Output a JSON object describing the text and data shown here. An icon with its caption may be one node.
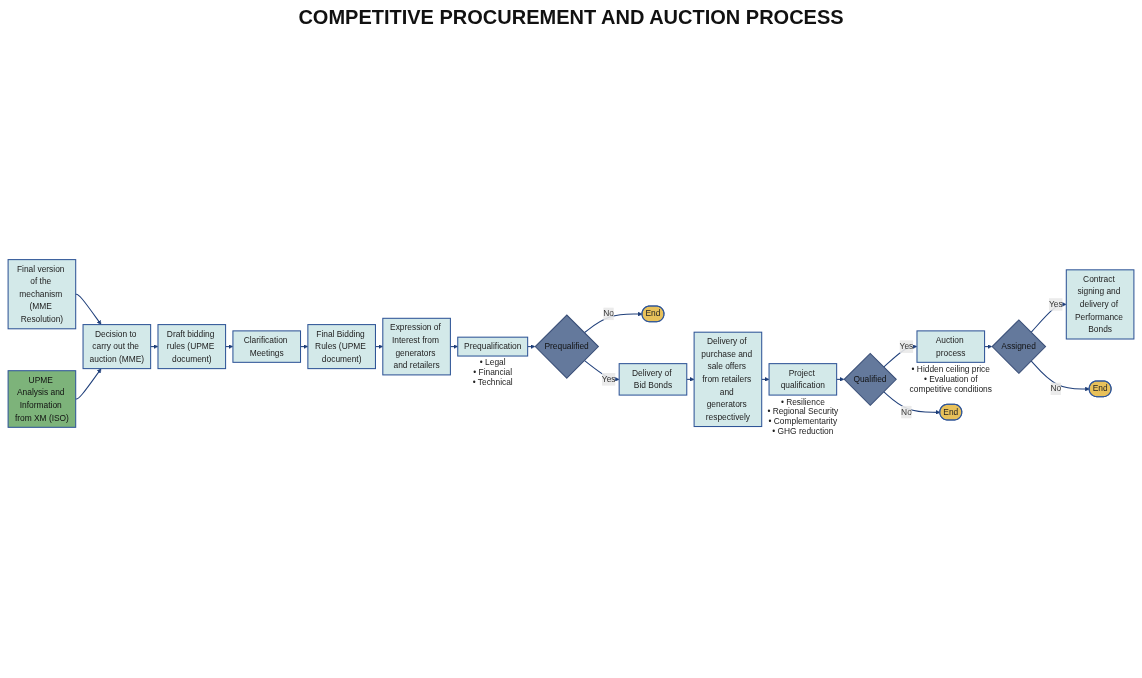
{
  "diagram": {
    "title": "COMPETITIVE PROCUREMENT AND AUCTION PROCESS",
    "nodes": [
      {
        "text": [
          "Final version of the mechanism (MME Resolution)"
        ]
      },
      {
        "text": [
          "Decision to carry out the auction (MME)"
        ]
      },
      {
        "text": [
          "Draft bidding rules (UPME document)"
        ]
      },
      {
        "text": [
          "Clarification Meetings"
        ]
      },
      {
        "text": [
          "Final Bidding Rules (UPME document)"
        ]
      },
      {
        "text": [
          "UPME Analysis and Information from XM (ISO)"
        ]
      },
      {
        "text": [
          "End"
        ]
      },
      {
        "text": [
          "Delivery of purchase and sale offers from retailers and generators respectively"
        ]
      },
      {
        "text": [
          "Delivery of Bid Bonds"
        ]
      },
      {
        "text": [
          "Prequalified"
        ]
      },
      {
        "text": [
          "Prequalification"
        ],
        "beside": [
          "• Legal",
          "• Financial",
          "• Technical"
        ]
      },
      {
        "text": [
          "Expression of Interest from generators and retailers"
        ]
      },
      {
        "text": [
          "Project qualification"
        ],
        "beside": [
          "• Resilience",
          "• Regional Security",
          "• Complementarity",
          "• GHG reduction"
        ]
      },
      {
        "text": [
          "Qualified"
        ]
      },
      {
        "text": [
          "Auction process"
        ],
        "beside": [
          "• Hidden ceiling price",
          "• Evaluation of competitive conditions"
        ]
      },
      {
        "text": [
          "Assigned"
        ]
      },
      {
        "text": [
          "Contract signing and delivery of Performance Bonds"
        ]
      },
      {
        "text": [
          "End"
        ]
      },
      {
        "text": [
          "End"
        ]
      }
    ],
    "edges": [
      {
        "from": 0,
        "to": 1,
        "arrow": "to"
      },
      {
        "from": 5,
        "to": 1,
        "arrow": "to"
      },
      {
        "from": 1,
        "to": 2,
        "arrow": "to"
      },
      {
        "from": 2,
        "to": 3,
        "arrow": "to"
      },
      {
        "from": 3,
        "to": 4,
        "arrow": "to"
      },
      {
        "from": 4,
        "to": 11,
        "arrow": "to"
      },
      {
        "from": 11,
        "to": 10,
        "arrow": "to"
      },
      {
        "from": 10,
        "to": 9,
        "arrow": "to"
      },
      {
        "from": 9,
        "to": 6,
        "arrow": "to",
        "label": "No"
      },
      {
        "from": 9,
        "to": 8,
        "arrow": "to",
        "label": "Yes"
      },
      {
        "from": 8,
        "to": 7,
        "arrow": "to"
      },
      {
        "from": 7,
        "to": 12,
        "arrow": "to"
      },
      {
        "from": 12,
        "to": 13,
        "arrow": "to"
      },
      {
        "from": 13,
        "to": 14,
        "arrow": "to",
        "label": "Yes"
      },
      {
        "from": 13,
        "to": 17,
        "arrow": "to",
        "label": "No"
      },
      {
        "from": 14,
        "to": 15,
        "arrow": "to"
      },
      {
        "from": 15,
        "to": 16,
        "arrow": "to",
        "label": "Yes"
      },
      {
        "from": 15,
        "to": 18,
        "arrow": "to",
        "label": "No"
      }
    ]
  }
}
